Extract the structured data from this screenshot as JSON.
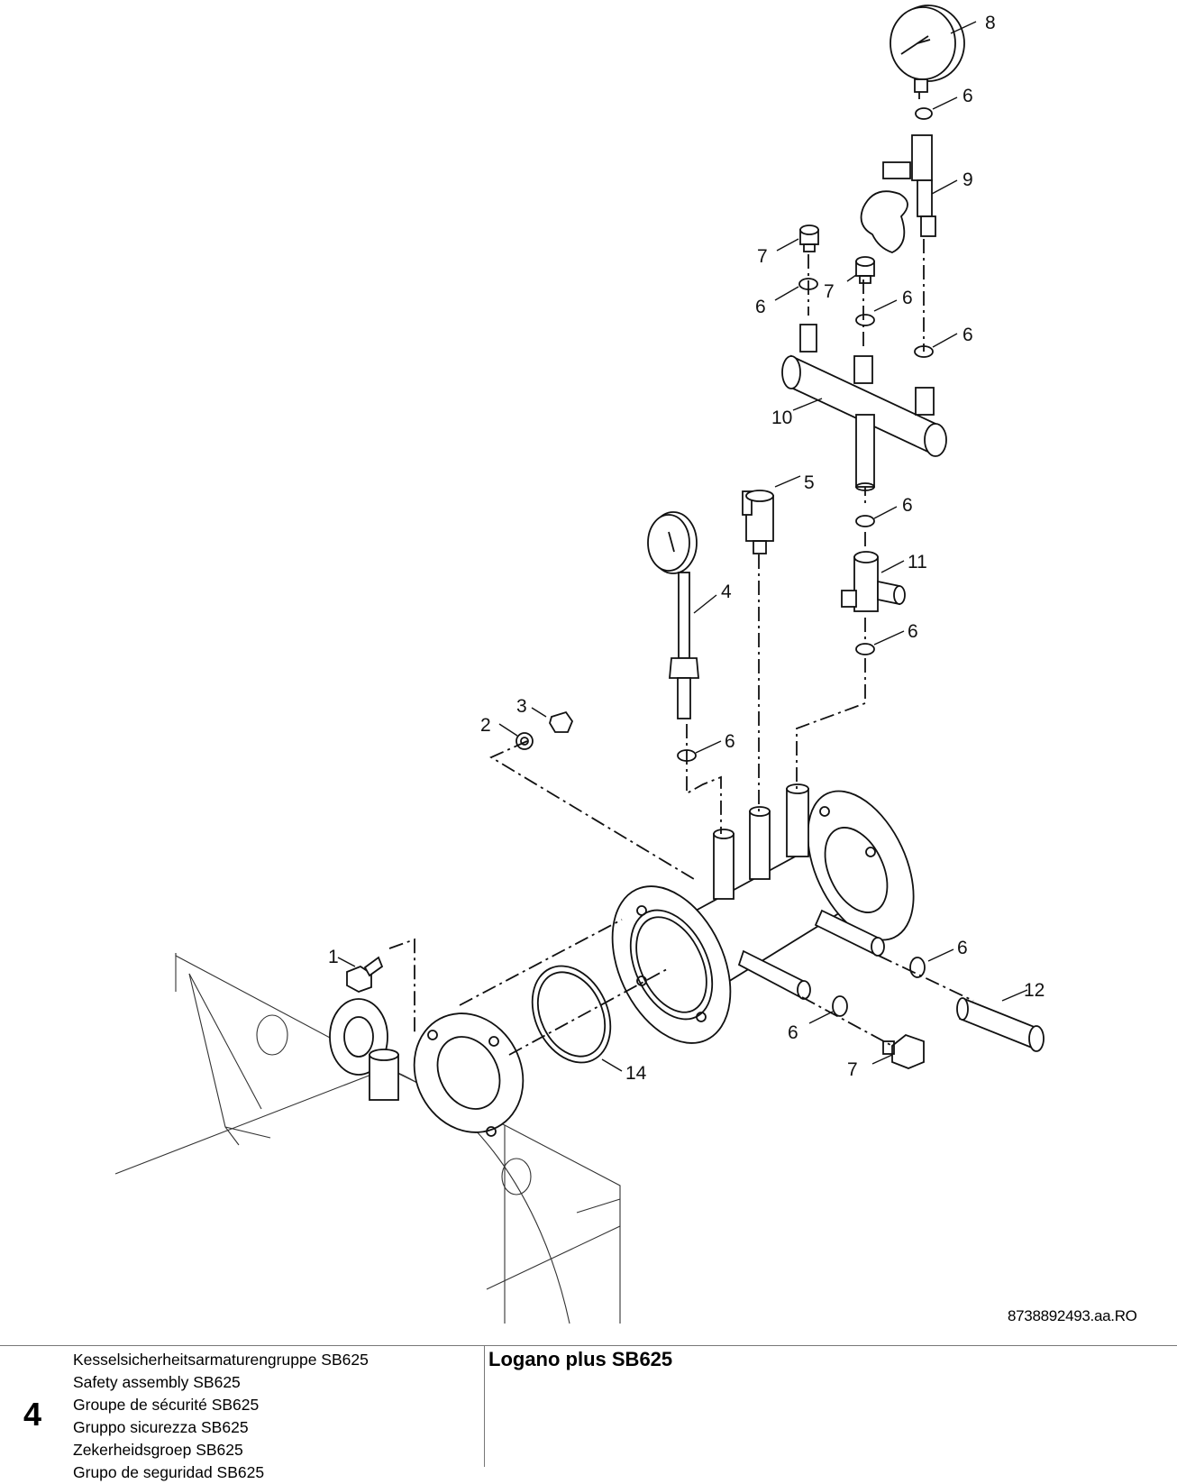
{
  "drawing": {
    "callouts": {
      "c1": "1",
      "c2": "2",
      "c3": "3",
      "c4": "4",
      "c5": "5",
      "c6a": "6",
      "c6b": "6",
      "c6c": "6",
      "c6d": "6",
      "c6e": "6",
      "c6f": "6",
      "c6g": "6",
      "c6h": "6",
      "c6i": "6",
      "c7a": "7",
      "c7b": "7",
      "c7c": "7",
      "c8": "8",
      "c9": "9",
      "c10": "10",
      "c11": "11",
      "c12": "12",
      "c14": "14"
    },
    "reference": "8738892493.aa.RO"
  },
  "footer": {
    "chapter_number": "4",
    "titles": [
      "Kesselsicherheitsarmaturengruppe SB625",
      "Safety assembly SB625",
      "Groupe de sécurité SB625",
      "Gruppo sicurezza SB625",
      "Zekerheidsgroep SB625",
      "Grupo de seguridad SB625"
    ],
    "product": "Logano plus SB625"
  }
}
